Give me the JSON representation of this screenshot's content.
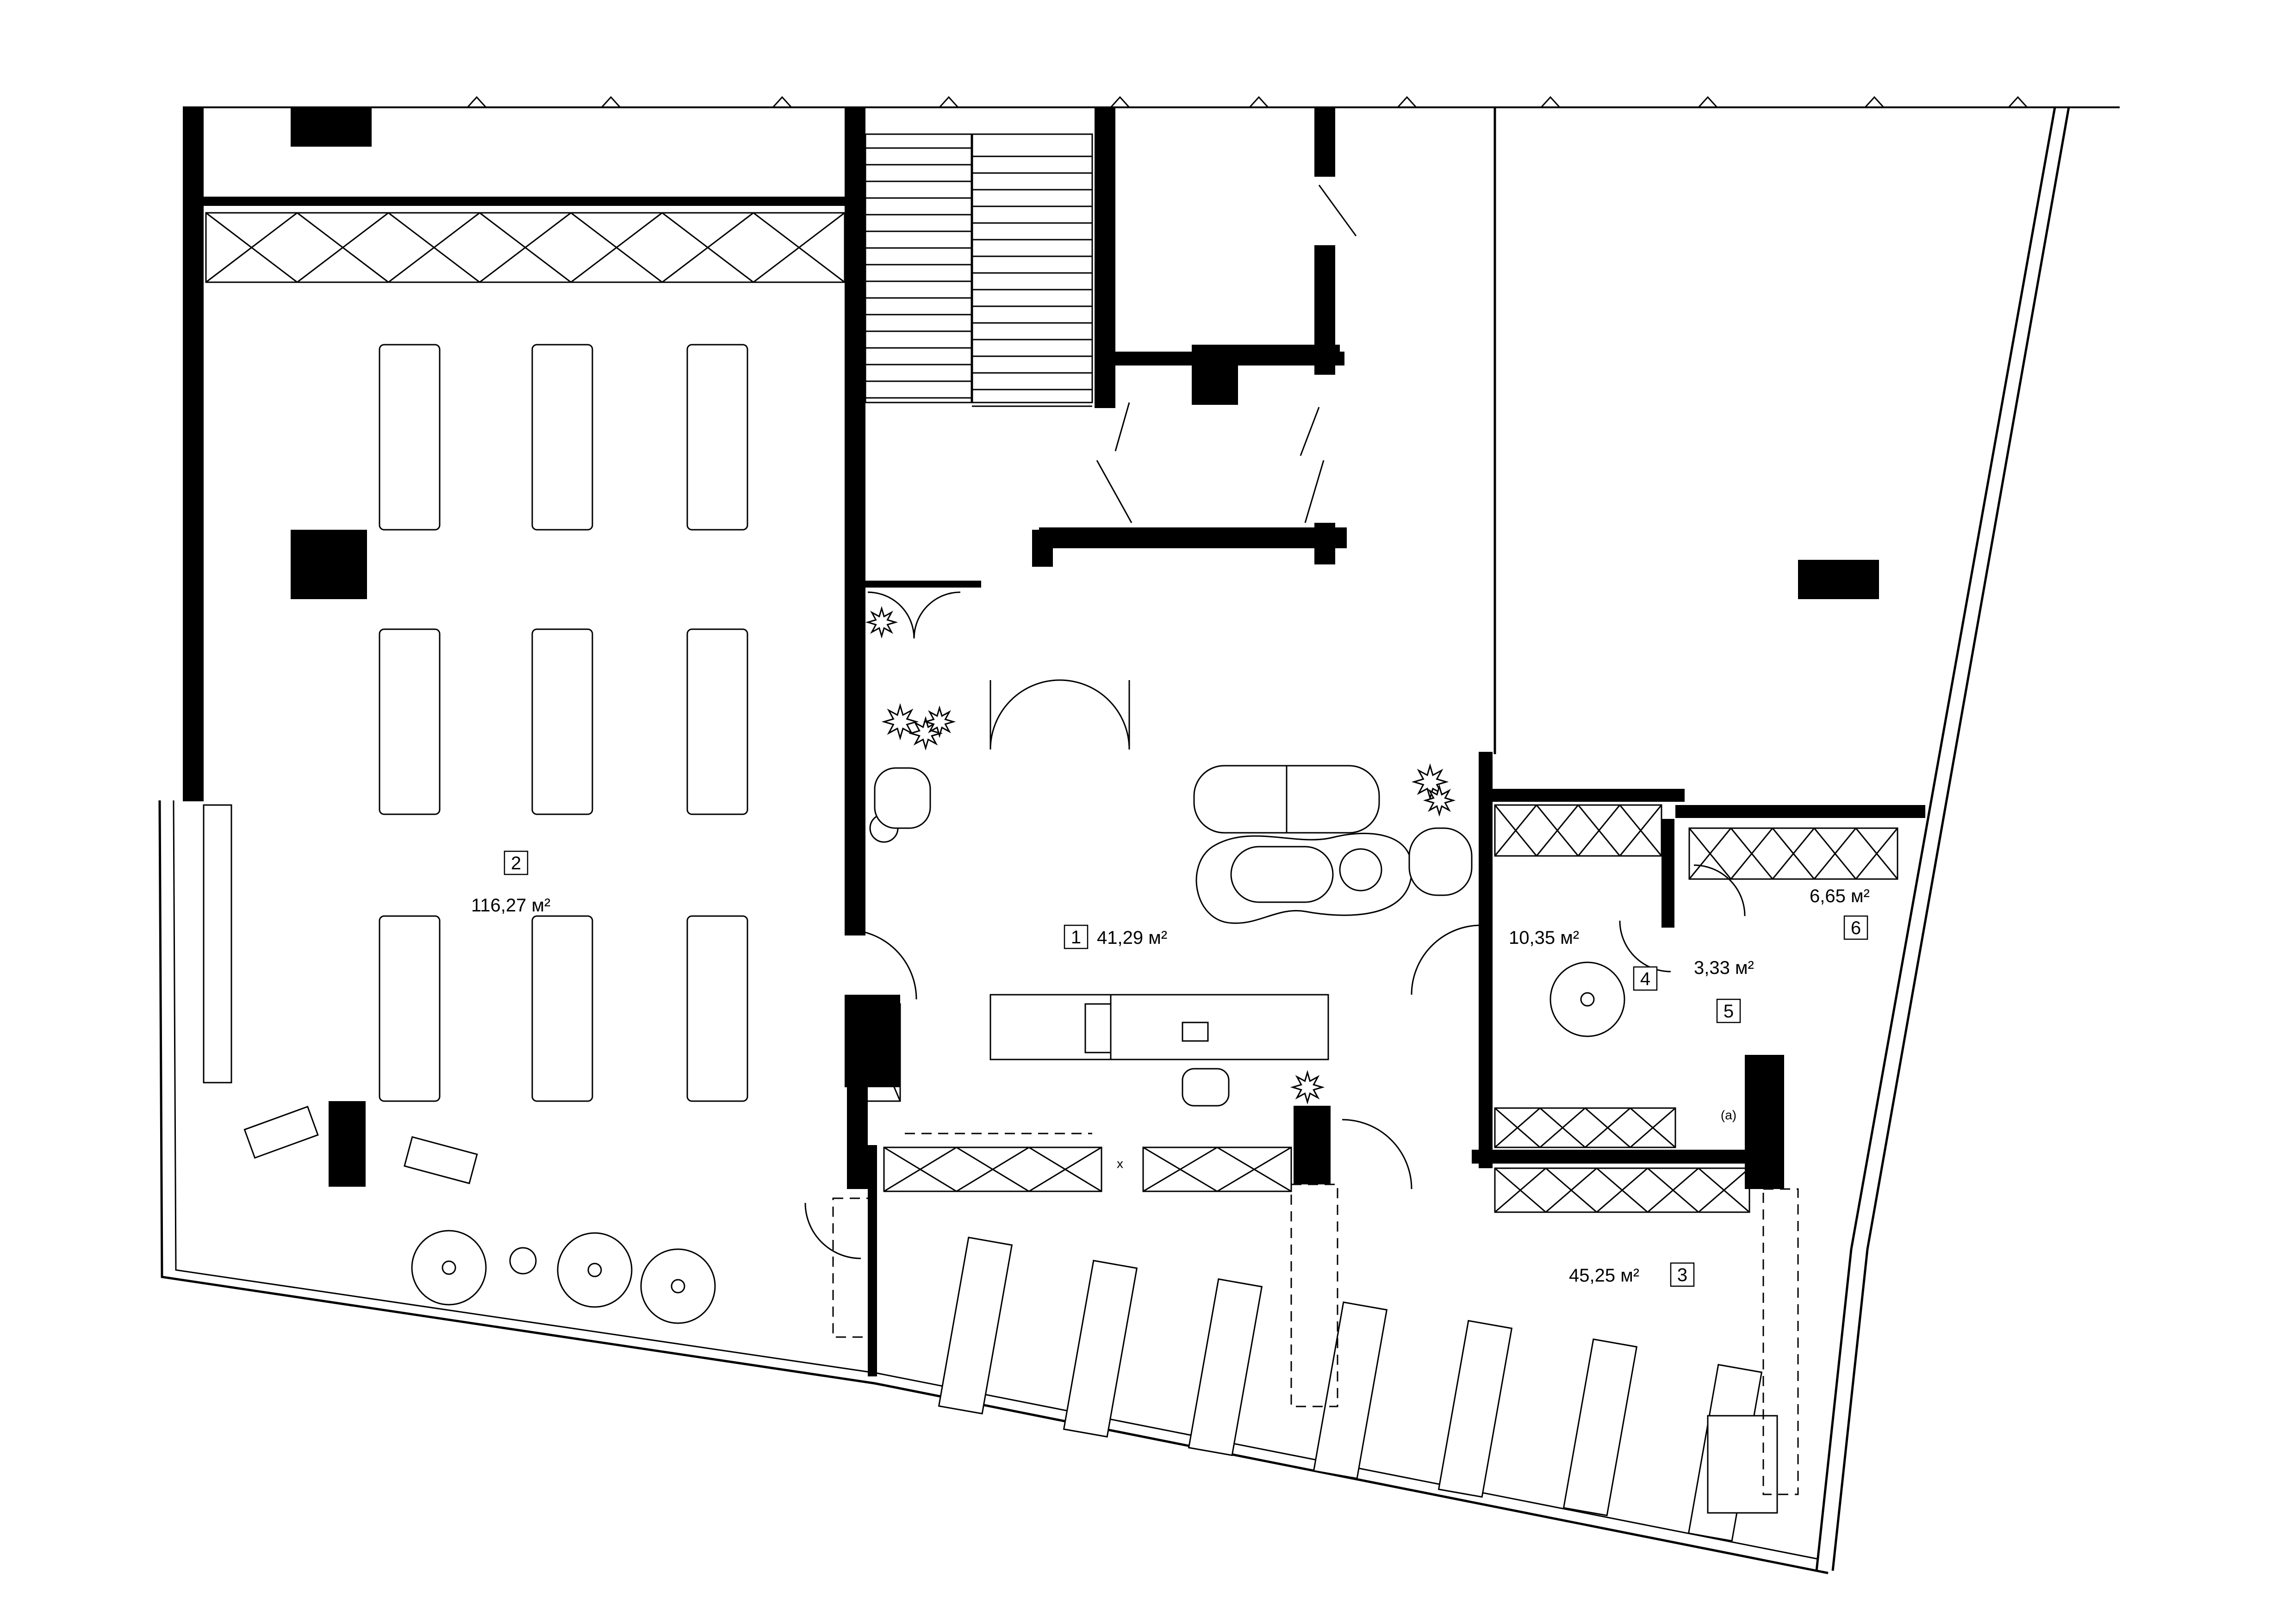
{
  "plan": {
    "rooms": [
      {
        "number": "1",
        "area": "41,29 м²"
      },
      {
        "number": "2",
        "area": "116,27 м²"
      },
      {
        "number": "3",
        "area": "45,25 м²"
      },
      {
        "number": "4",
        "area": "10,35 м²"
      },
      {
        "number": "5",
        "area": "3,33 м²"
      },
      {
        "number": "6",
        "area": "6,65 м²"
      }
    ],
    "cabinet_mark": "x",
    "wc_mark": "(a)"
  }
}
